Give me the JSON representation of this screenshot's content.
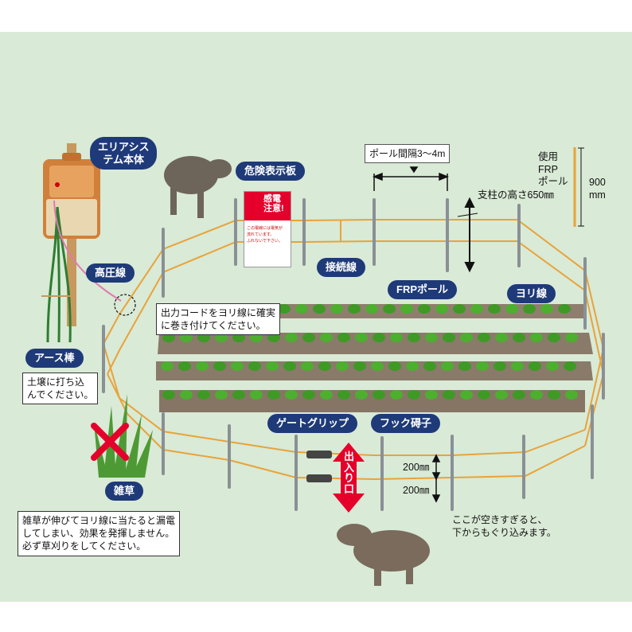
{
  "callouts": {
    "main_unit": [
      "エリアシス",
      "テム本体"
    ],
    "danger_sign": "危険表示板",
    "hv_wire": "高圧線",
    "joint_wire": "接続線",
    "frp_pole": "FRPポール",
    "yori_wire": "ヨリ線",
    "ground_rod": "アース棒",
    "weeds": "雑草",
    "gate_grip": "ゲートグリップ",
    "hook_insulator": "フック碍子"
  },
  "notes": {
    "output_cord": [
      "出力コードをヨリ線に確実",
      "に巻き付けてください。"
    ],
    "ground_rod": [
      "土壌に打ち込",
      "んでください。"
    ],
    "weeds": [
      "雑草が伸びてヨリ線に当たると漏電",
      "してしまい、効果を発揮しません。",
      "必ず草刈りをしてください。"
    ]
  },
  "labels": {
    "pole_spacing": "ポール間隔3～4m",
    "post_height": "支柱の高さ650㎜",
    "frp_pole_used": [
      "使用",
      "FRP",
      "ポール"
    ],
    "pole_length": [
      "900",
      "mm"
    ],
    "gap_upper": "200㎜",
    "gap_lower": "200㎜",
    "gap_warning": [
      "ここが空きすぎると、",
      "下からもぐり込みます。"
    ],
    "entrance": [
      "出",
      "入",
      "り",
      "口"
    ]
  },
  "sign": {
    "title": [
      "感電",
      "注意!"
    ],
    "body": [
      "この電線には電気が",
      "流れています。",
      "ふれないで下さい。"
    ]
  },
  "colors": {
    "background": "#d9ead6",
    "callout": "#1e3a78",
    "wire": "#e8a33a",
    "warning_red": "#e5002b",
    "soil": "#8a7a6a",
    "crop": "#4caf2e",
    "pole": "#8a9096"
  }
}
